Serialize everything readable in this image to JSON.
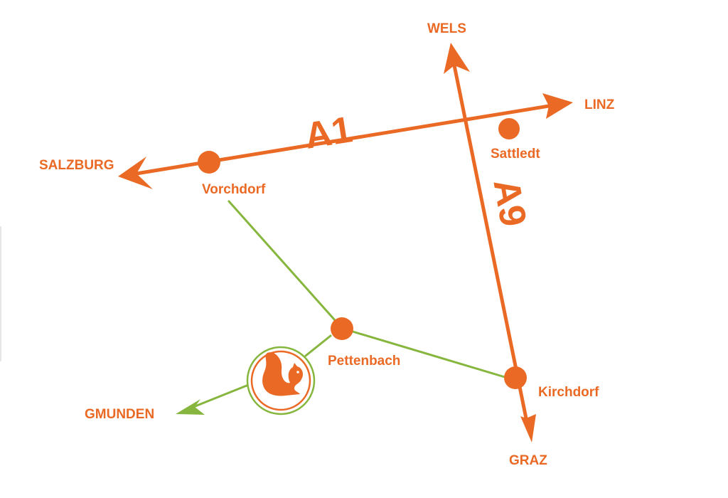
{
  "highways": {
    "a1": {
      "label": "A1",
      "color": "#ea6a25"
    },
    "a9": {
      "label": "A9",
      "color": "#ea6a25"
    }
  },
  "destinations": {
    "wels": "WELS",
    "linz": "LINZ",
    "salzburg": "SALZBURG",
    "gmunden": "GMUNDEN",
    "graz": "GRAZ"
  },
  "towns": {
    "vorchdorf": "Vorchdorf",
    "sattledt": "Sattledt",
    "pettenbach": "Pettenbach",
    "kirchdorf": "Kirchdorf"
  },
  "poi": {
    "icon": "squirrel-icon",
    "ring_color": "#ea6a25",
    "outer_ring_color": "#86b63e"
  },
  "colors": {
    "highway": "#ea6a25",
    "local_road": "#86b63e",
    "background": "#ffffff"
  }
}
